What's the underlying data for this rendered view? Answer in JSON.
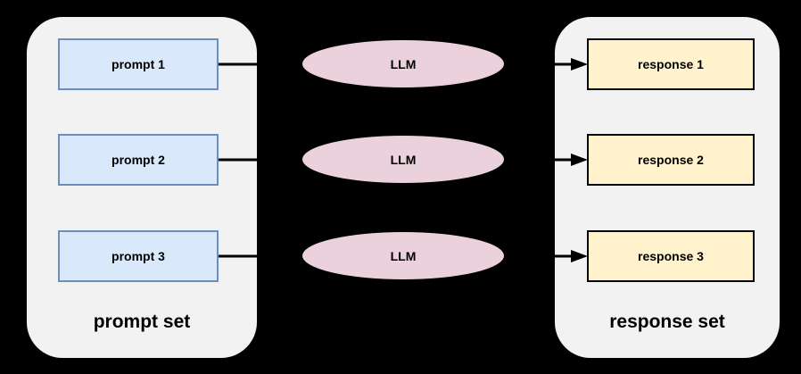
{
  "diagram": {
    "left_group": {
      "label": "prompt set"
    },
    "right_group": {
      "label": "response set"
    },
    "prompts": [
      {
        "label": "prompt 1"
      },
      {
        "label": "prompt 2"
      },
      {
        "label": "prompt 3"
      }
    ],
    "llms": [
      {
        "label": "LLM"
      },
      {
        "label": "LLM"
      },
      {
        "label": "LLM"
      }
    ],
    "responses": [
      {
        "label": "response 1"
      },
      {
        "label": "response 2"
      },
      {
        "label": "response 3"
      }
    ],
    "colors": {
      "background": "#000000",
      "container_fill": "#f2f2f2",
      "container_border": "#000000",
      "prompt_fill": "#dae8fc",
      "prompt_border": "#6c8ebf",
      "llm_fill": "#ead1dc",
      "llm_border": "#000000",
      "response_fill": "#fff2cc",
      "response_border": "#000000",
      "arrow": "#000000"
    }
  }
}
